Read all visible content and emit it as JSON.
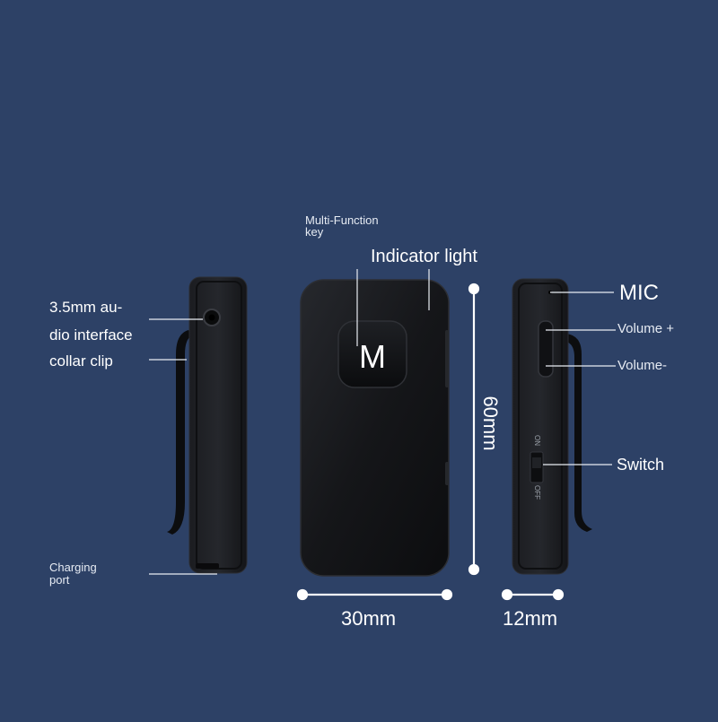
{
  "labels": {
    "multi_function_key": "Multi-Function key",
    "indicator_light": "Indicator light",
    "audio_interface_line1": "3.5mm au-",
    "audio_interface_line2": "dio interface",
    "collar_clip": "collar clip",
    "charging_port": "Charging port",
    "mic": "MIC",
    "volume_plus": "Volume +",
    "volume_minus": "Volume-",
    "switch": "Switch",
    "switch_on": "ON",
    "switch_off": "OFF",
    "button_letter": "M"
  },
  "dimensions": {
    "height": "60mm",
    "width": "30mm",
    "depth": "12mm"
  },
  "colors": {
    "background": "#2d4166",
    "device_body": "#17181b",
    "device_edge": "#2a2c31",
    "button": "#111214",
    "text": "#ffffff",
    "leader_line": "#e9edf3"
  }
}
